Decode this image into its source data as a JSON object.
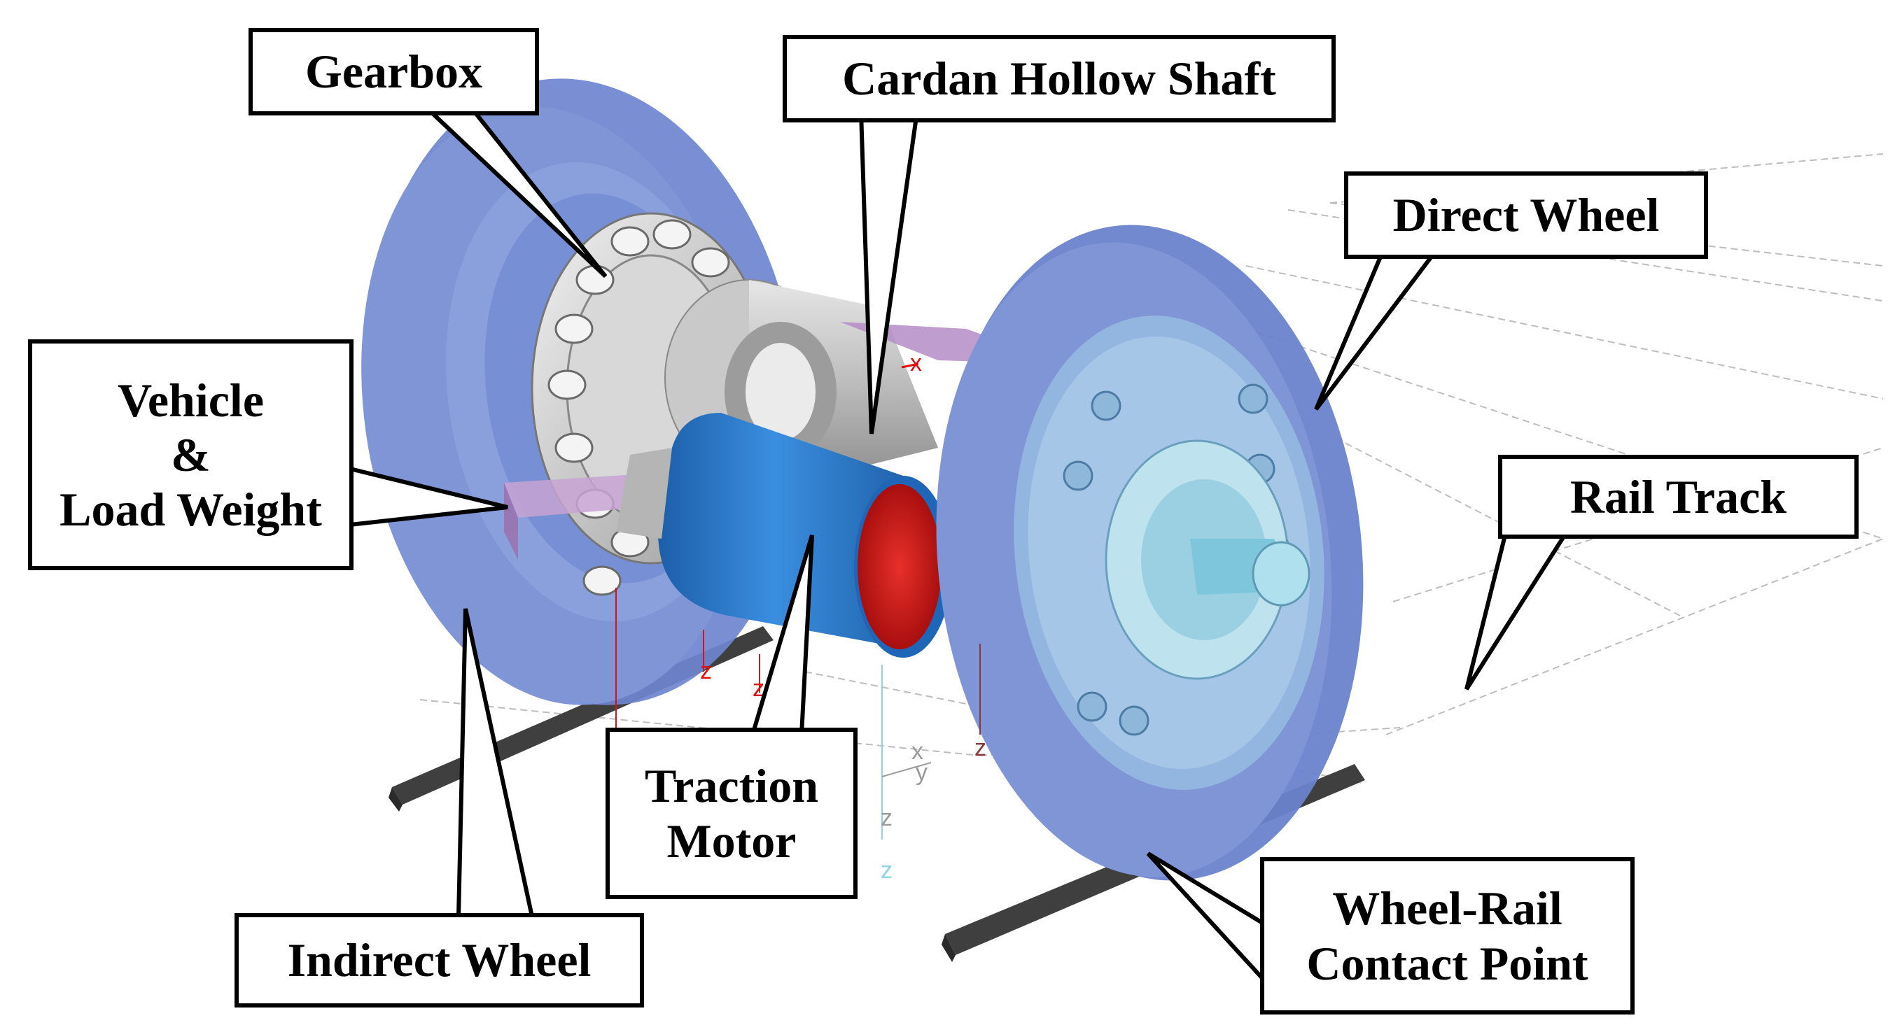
{
  "labels": {
    "gearbox": "Gearbox",
    "cardan_hollow_shaft": "Cardan Hollow Shaft",
    "direct_wheel": "Direct Wheel",
    "vehicle_line1": "Vehicle",
    "vehicle_line2": "&",
    "vehicle_line3": "Load Weight",
    "rail_track": "Rail Track",
    "traction_motor_line1": "Traction",
    "traction_motor_line2": "Motor",
    "indirect_wheel": "Indirect Wheel",
    "contact_line1": "Wheel-Rail",
    "contact_line2": "Contact Point"
  },
  "axis_markers": {
    "x": "x",
    "y": "y",
    "z": "z"
  },
  "colors": {
    "wheel": "#7f95d6",
    "wheel_dark": "#5f77c4",
    "motor_blue": "#2f7fd0",
    "motor_red": "#d31a1a",
    "frame_purple": "#b48cc6",
    "shaft_gray": "#cfcfcf",
    "rail": "#4a4a4a",
    "axle_cyan": "#8fd3e6",
    "axis_red": "#e01010"
  }
}
